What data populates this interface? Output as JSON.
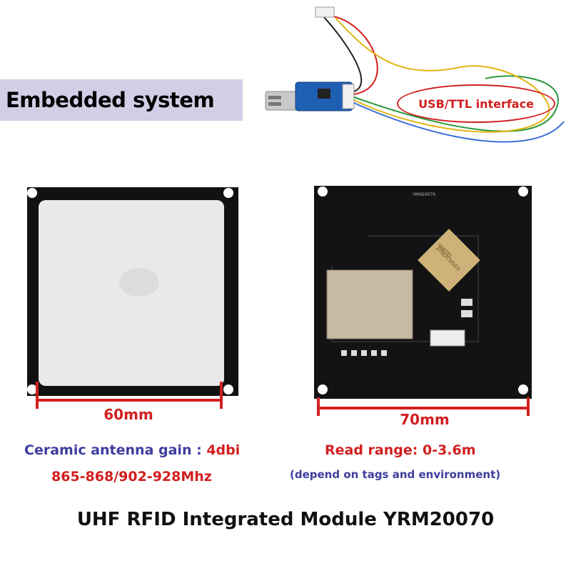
{
  "banner": {
    "embedded_label": "Embedded system"
  },
  "usb": {
    "interface_label": "USB/TTL interface"
  },
  "front_module": {
    "width_label": "60mm"
  },
  "back_module": {
    "width_label": "70mm",
    "silkscreen": "YRM20070",
    "chip_label_1": "YANTEL",
    "chip_label_2": "ZPBDC0ISD3"
  },
  "specs": {
    "antenna_label": "Ceramic antenna gain :",
    "antenna_gain": "4dbi",
    "frequency": "865-868/902-928Mhz",
    "read_range": "Read range: 0-3.6m",
    "read_note": "(depend on tags and environment)"
  },
  "title": "UHF RFID Integrated Module YRM20070",
  "colors": {
    "accent_red": "#d21f1f",
    "accent_blue": "#3d3d9e",
    "banner_bg": "#d3cde6",
    "board_black": "#111111"
  }
}
